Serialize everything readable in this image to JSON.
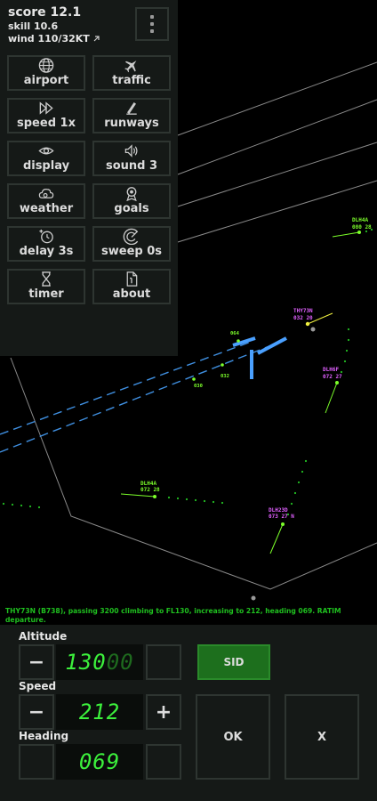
{
  "hud": {
    "score": "score 12.1",
    "skill": "skill 10.6",
    "wind": "wind 110/32KT"
  },
  "menu": {
    "buttons": [
      {
        "label": "airport",
        "icon": "globe-icon"
      },
      {
        "label": "traffic",
        "icon": "airplane-icon"
      },
      {
        "label": "speed 1x",
        "icon": "fast-forward-icon"
      },
      {
        "label": "runways",
        "icon": "runway-icon"
      },
      {
        "label": "display",
        "icon": "eye-icon"
      },
      {
        "label": "sound 3",
        "icon": "speaker-icon"
      },
      {
        "label": "weather",
        "icon": "cloud-icon"
      },
      {
        "label": "goals",
        "icon": "medal-icon"
      },
      {
        "label": "delay 3s",
        "icon": "timer-plus-icon"
      },
      {
        "label": "sweep 0s",
        "icon": "radar-sweep-icon"
      },
      {
        "label": "timer",
        "icon": "hourglass-icon"
      },
      {
        "label": "about",
        "icon": "document-icon"
      }
    ]
  },
  "radar": {
    "aircraft": [
      {
        "callsign": "DLH4A",
        "info": "080 28"
      },
      {
        "callsign": "THY73N",
        "info": "032 20"
      },
      {
        "callsign": "DLH6F",
        "info": "072 27"
      },
      {
        "callsign": "DLH4A",
        "info": "072 28"
      },
      {
        "callsign": "DLH23D",
        "info": "073 27 N"
      }
    ],
    "fixes": [
      "064",
      "032",
      "030"
    ]
  },
  "log": "THY73N (B738), passing 3200 climbing to FL130, increasing to 212, heading 069. RATIM departure.",
  "panel": {
    "altitude_label": "Altitude",
    "altitude_bright": "130",
    "altitude_dim": "00",
    "speed_label": "Speed",
    "speed_value": "212",
    "heading_label": "Heading",
    "heading_value": "069",
    "minus": "−",
    "plus": "+",
    "sid": "SID",
    "ok": "OK",
    "cancel": "X"
  },
  "colors": {
    "background": "#000000",
    "panel": "#151917",
    "green_tag": "#7cff2a",
    "magenta_tag": "#e060ff",
    "approach_line": "#3f8fe0",
    "log_text": "#1fc01f"
  }
}
